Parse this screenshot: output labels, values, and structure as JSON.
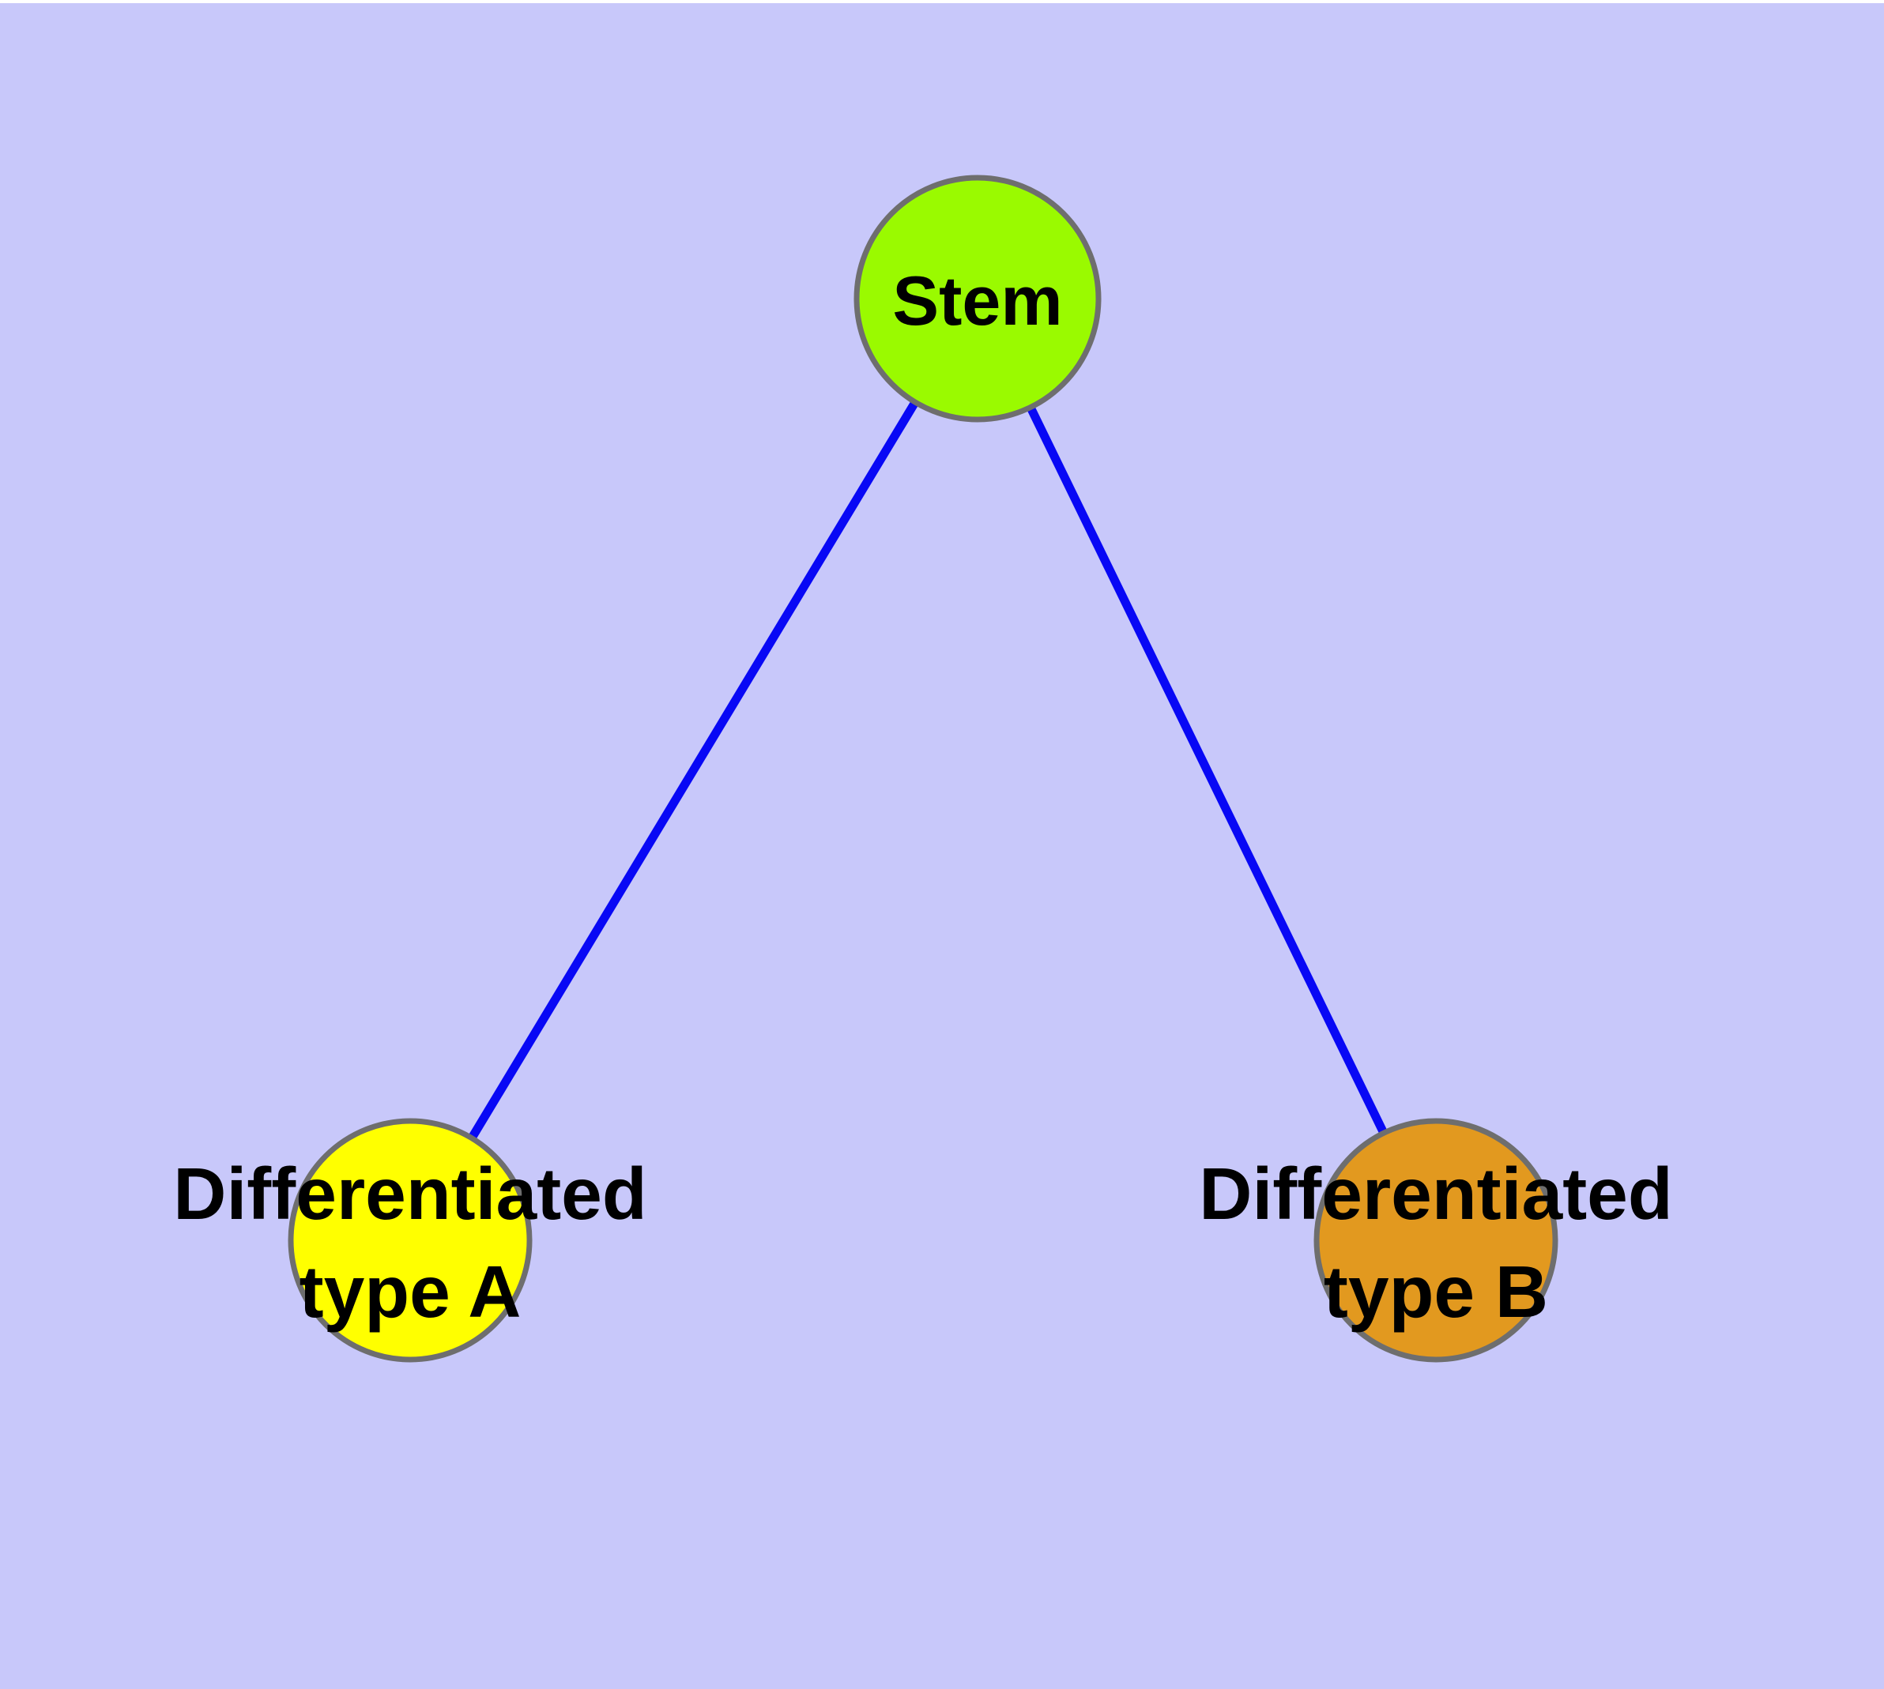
{
  "diagram": {
    "type": "node-link-graph",
    "background_color": "#C8C8FA",
    "top_strip_color": "#FFFFFF",
    "edge_color": "#0808F5",
    "node_border_color": "#6E6E6E",
    "label_color": "#000000",
    "nodes": [
      {
        "id": "stem",
        "label": "Stem",
        "fill": "#9AFA00"
      },
      {
        "id": "differentiated-type-a",
        "label": "Differentiated type A",
        "label_line1": "Differentiated",
        "label_line2": "type A",
        "fill": "#FFFF00"
      },
      {
        "id": "differentiated-type-b",
        "label": "Differentiated type B",
        "label_line1": "Differentiated",
        "label_line2": "type B",
        "fill": "#E2991F"
      }
    ],
    "edges": [
      {
        "from": "Stem",
        "to": "Differentiated type A"
      },
      {
        "from": "Stem",
        "to": "Differentiated type B"
      }
    ]
  }
}
